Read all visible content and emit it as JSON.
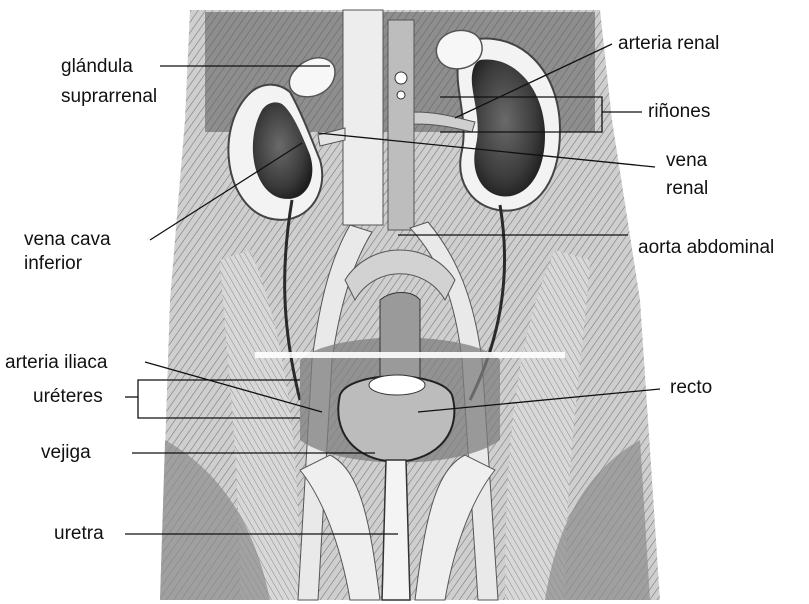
{
  "labels": {
    "glandula_1": "glándula",
    "glandula_2": "suprarrenal",
    "arteria_renal": "arteria renal",
    "rinones": "riñones",
    "vena_renal_1": "vena",
    "vena_renal_2": "renal",
    "vena_cava_1": "vena cava",
    "vena_cava_2": "inferior",
    "aorta_abdominal": "aorta abdominal",
    "arteria_iliaca": "arteria iliaca",
    "ureteres": "uréteres",
    "recto": "recto",
    "vejiga": "vejiga",
    "uretra": "uretra"
  },
  "colors": {
    "ink": "#111111",
    "background": "#ffffff",
    "tissue_light": "#e4e4e4",
    "tissue_mid": "#a9a9a9",
    "tissue_dark": "#3a3a3a"
  }
}
